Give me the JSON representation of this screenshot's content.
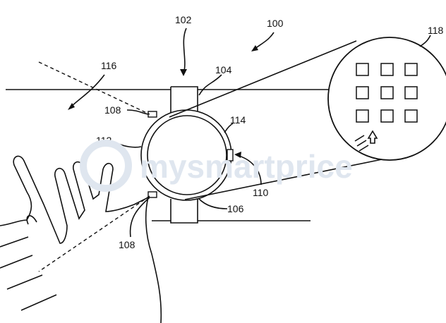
{
  "figure": {
    "watermark": "mysmartprice",
    "reference_numerals": {
      "system": "100",
      "watch": "102",
      "strap": "104",
      "face_bottom": "106",
      "sensor_top": "108",
      "sensor_bottom": "108",
      "crown": "110",
      "bezel": "112",
      "display": "114",
      "field_of_view": "116",
      "projected_ui": "118"
    }
  }
}
